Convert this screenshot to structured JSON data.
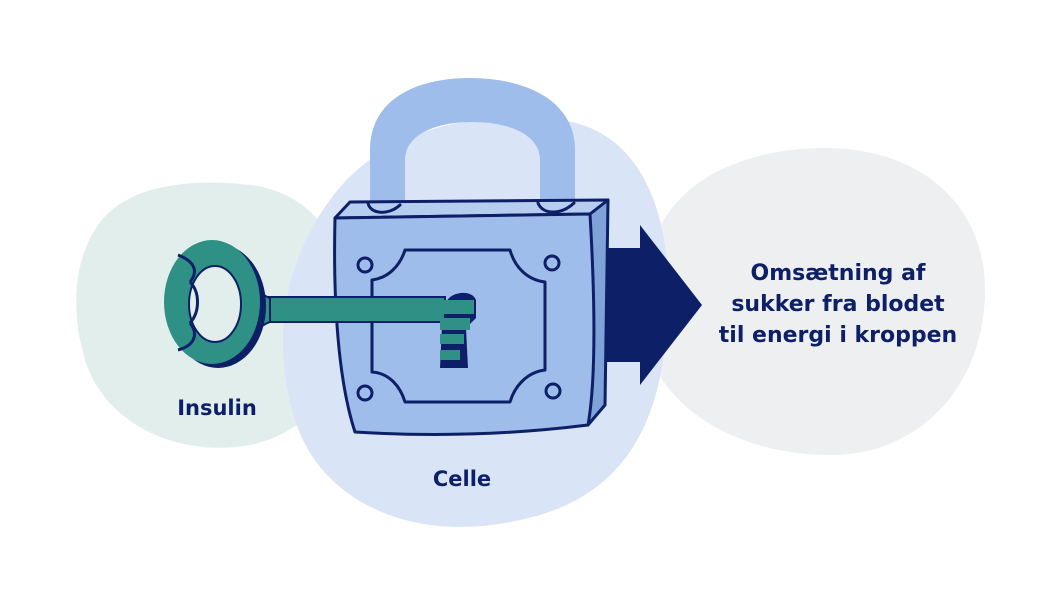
{
  "labels": {
    "key": "Insulin",
    "cell": "Celle",
    "result_lines": [
      "Omsætning af",
      "sukker fra blodet",
      "til energi i kroppen"
    ]
  },
  "icons": {
    "key": "key-icon",
    "lock": "padlock-icon",
    "arrow": "arrow-right-icon"
  },
  "colors": {
    "insulin_blob": "#e1eeeb",
    "cell_blob": "#d9e4f6",
    "result_blob": "#eeeff1",
    "lock_body": "#9fbdeb",
    "lock_shackle": "#9fbdeb",
    "key": "#2f9185",
    "outline": "#0d1f66",
    "arrow": "#0d1f66"
  }
}
